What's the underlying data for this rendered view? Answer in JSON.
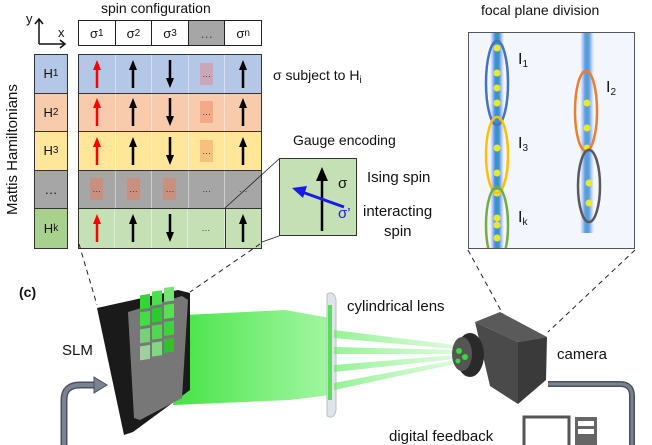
{
  "axes": {
    "x_label": "x",
    "y_label": "y"
  },
  "spin_config": {
    "title": "spin configuration",
    "headers": [
      {
        "sym": "σ",
        "sub": "1",
        "gray": false
      },
      {
        "sym": "σ",
        "sub": "2",
        "gray": false
      },
      {
        "sym": "σ",
        "sub": "3",
        "gray": false
      },
      {
        "sym": "…",
        "sub": "",
        "gray": true
      },
      {
        "sym": "σ",
        "sub": "n",
        "gray": false
      }
    ]
  },
  "hamiltonians": {
    "axis_label": "Mattis Hamiltonians",
    "rows": [
      {
        "sym": "H",
        "sub": "1",
        "color": "#b4c7e7",
        "row_color": "#b4c7e7",
        "dots_color": "#c9a7b4",
        "spins": [
          "up-red",
          "up",
          "down",
          "dots",
          "up"
        ]
      },
      {
        "sym": "H",
        "sub": "2",
        "color": "#f8cbad",
        "row_color": "#f8cbad",
        "dots_color": "#f4a98a",
        "spins": [
          "up-red",
          "up",
          "down",
          "dots",
          "up"
        ]
      },
      {
        "sym": "H",
        "sub": "3",
        "color": "#ffe699",
        "row_color": "#ffe699",
        "dots_color": "#f7c07d",
        "spins": [
          "up-red",
          "up",
          "down",
          "dots",
          "up"
        ]
      },
      {
        "sym": "…",
        "sub": "",
        "color": "#a6a6a6",
        "row_color": "#a6a6a6",
        "dots_color": "#c9907f",
        "spins": [
          "dots-box",
          "dots-box",
          "dots-box",
          "dots",
          "dots"
        ]
      },
      {
        "sym": "H",
        "sub": "k",
        "color": "#a9d18e",
        "row_color": "#c5e0b4",
        "dots_color": "",
        "spins": [
          "up-red",
          "up",
          "down",
          "dots",
          "up"
        ]
      }
    ]
  },
  "annotations": {
    "subject_label": "σ subject to H",
    "subject_sub": "i",
    "gauge_title": "Gauge encoding",
    "ising_label": "Ising spin",
    "interacting_label_1": "interacting",
    "interacting_label_2": "spin",
    "sigma": "σ",
    "sigma_prime": "σ’"
  },
  "focal_plane": {
    "title": "focal plane division",
    "regions": [
      {
        "sym": "I",
        "sub": "1",
        "color": "#4472c4"
      },
      {
        "sym": "I",
        "sub": "2",
        "color": "#ed7d31"
      },
      {
        "sym": "I",
        "sub": "3",
        "color": "#ffc000"
      },
      {
        "sym": "I",
        "sub": "k",
        "color": "#70ad47"
      },
      {
        "sym": "",
        "sub": "",
        "color": "#595959"
      }
    ]
  },
  "setup": {
    "panel_label": "(c)",
    "slm_label": "SLM",
    "lens_label": "cylindrical lens",
    "camera_label": "camera",
    "feedback_label": "digital feedback"
  },
  "colors": {
    "red_spin": "#ff0000",
    "black_spin": "#000000",
    "blue_spin": "#1a1ae6",
    "beam_green": "#33dd33",
    "feedback_arrow": "#6d7585"
  }
}
